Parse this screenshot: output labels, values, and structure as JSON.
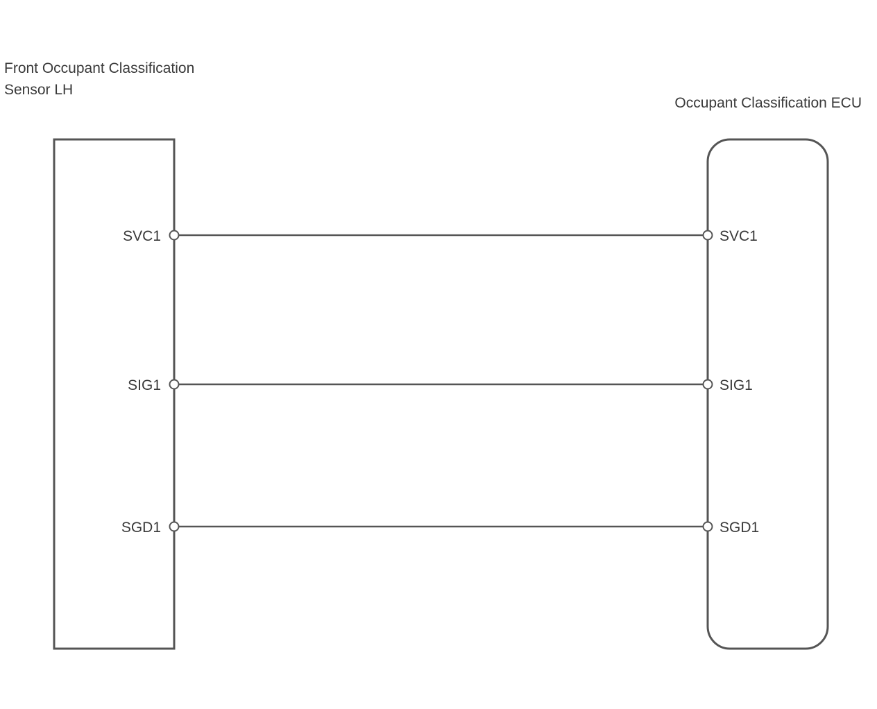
{
  "left_component": {
    "title_line1": "Front Occupant Classification",
    "title_line2": "Sensor LH",
    "pins": [
      "SVC1",
      "SIG1",
      "SGD1"
    ]
  },
  "right_component": {
    "title": "Occupant Classification ECU",
    "pins": [
      "SVC1",
      "SIG1",
      "SGD1"
    ]
  },
  "wires": [
    {
      "from": "SVC1",
      "to": "SVC1"
    },
    {
      "from": "SIG1",
      "to": "SIG1"
    },
    {
      "from": "SGD1",
      "to": "SGD1"
    }
  ]
}
